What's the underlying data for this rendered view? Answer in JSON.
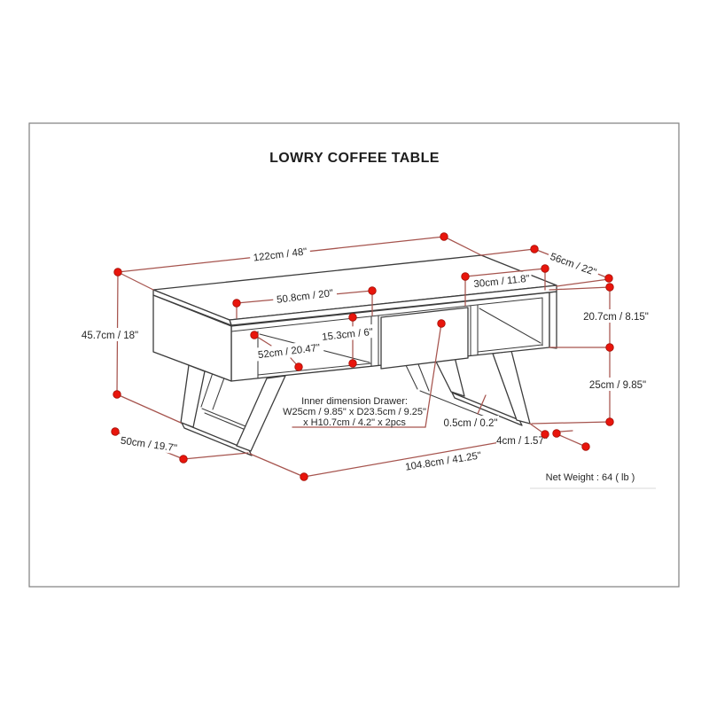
{
  "page": {
    "title": "LOWRY COFFEE TABLE",
    "net_weight": "Net Weight : 64 ( lb )"
  },
  "colors": {
    "drawing_line": "#3c3c3c",
    "dimension_line": "#a6544e",
    "marker_dot": "#e8150c",
    "border": "#7f7f7f"
  },
  "dimensions": {
    "overall_width": "122cm / 48\"",
    "overall_depth": "56cm / 22\"",
    "overall_height": "45.7cm / 18\"",
    "apron_height": "20.7cm / 8.15\"",
    "leg_height": "25cm / 9.85\"",
    "drawer_front_width": "50.8cm / 20\"",
    "right_cubby_width": "30cm / 11.8\"",
    "cubby_height": "15.3cm / 6\"",
    "left_cubby_width": "52cm / 20.47\"",
    "leg_frame_depth": "50cm / 19.7\"",
    "leg_span": "104.8cm / 41.25\"",
    "runner_thickness": "0.5cm / 0.2\"",
    "leg_end_offset": "4cm / 1.57\""
  },
  "drawer_note": {
    "line1": "Inner dimension Drawer:",
    "line2": "W25cm / 9.85\" x D23.5cm / 9.25\"",
    "line3": "x H10.7cm / 4.2\" x 2pcs"
  }
}
